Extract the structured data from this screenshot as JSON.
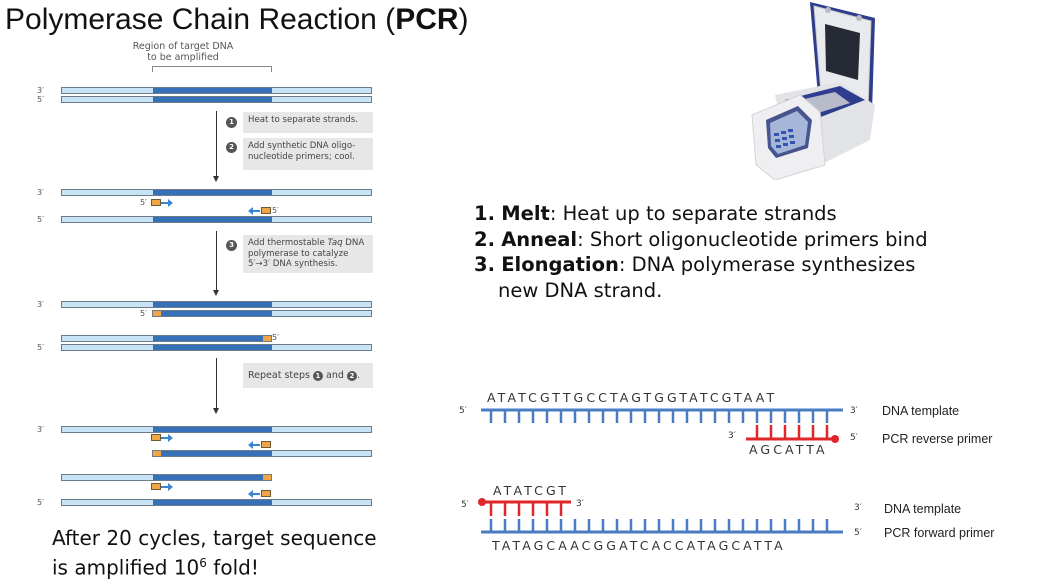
{
  "title": {
    "main": "Polymerase Chain Reaction (",
    "bold": "PCR",
    "close": ")"
  },
  "diagram": {
    "region_label_line1": "Region of target DNA",
    "region_label_line2": "to be amplified",
    "prime3": "3′",
    "prime5": "5′",
    "step1_num": "1",
    "step1_text": "Heat to separate strands.",
    "step2_num": "2",
    "step2_text_line1": "Add synthetic DNA oligo-",
    "step2_text_line2": "nucleotide primers; cool.",
    "step3_num": "3",
    "step3_text_line1a": "Add thermostable ",
    "step3_text_line1_italic": "Taq",
    "step3_text_line1b": " DNA",
    "step3_text_line2": "polymerase to catalyze",
    "step3_text_line3": "5′→3′ DNA synthesis.",
    "repeat_text_a": "Repeat steps ",
    "repeat_num1": "1",
    "repeat_text_b": " and ",
    "repeat_num2": "2",
    "repeat_text_c": ".",
    "colors": {
      "target_region": "#3671b8",
      "flanking": "#c9e3f6",
      "primer": "#f0a646",
      "primer_arrow": "#3b84d0"
    }
  },
  "caption": {
    "line1": "After 20 cycles, target sequence",
    "line2a": "is amplified 10",
    "line2_sup": "6",
    "line2b": " fold!"
  },
  "image": {
    "alt": "thermal-cycler-machine"
  },
  "steps": [
    {
      "num": "1.",
      "term": "Melt",
      "desc": ": Heat up to separate strands"
    },
    {
      "num": "2.",
      "term": "Anneal",
      "desc": ": Short oligonucleotide primers bind"
    },
    {
      "num": "3.",
      "term": "Elongation",
      "desc": ": DNA polymerase synthesizes",
      "cont": "new DNA strand."
    }
  ],
  "primer_diagram": {
    "top": {
      "template_seq": "ATATCGTTGCCTAGTGGTATCGTAAT",
      "primer_seq": "AGCATTA",
      "template_left": "5′",
      "template_right": "3′",
      "primer_left": "3′",
      "primer_right": "5′",
      "label_template": "DNA template",
      "label_primer": "PCR reverse primer"
    },
    "bottom": {
      "primer_seq": "ATATCGT",
      "template_seq": "TATAGCAACGGATCACCATAGCATTA",
      "primer_left": "5′",
      "primer_right": "3′",
      "template_left": "3′",
      "template_right": "5′",
      "label_template": "DNA template",
      "label_primer": "PCR forward primer"
    },
    "colors": {
      "template": "#4a7cc4",
      "primer": "#e0262a"
    }
  }
}
